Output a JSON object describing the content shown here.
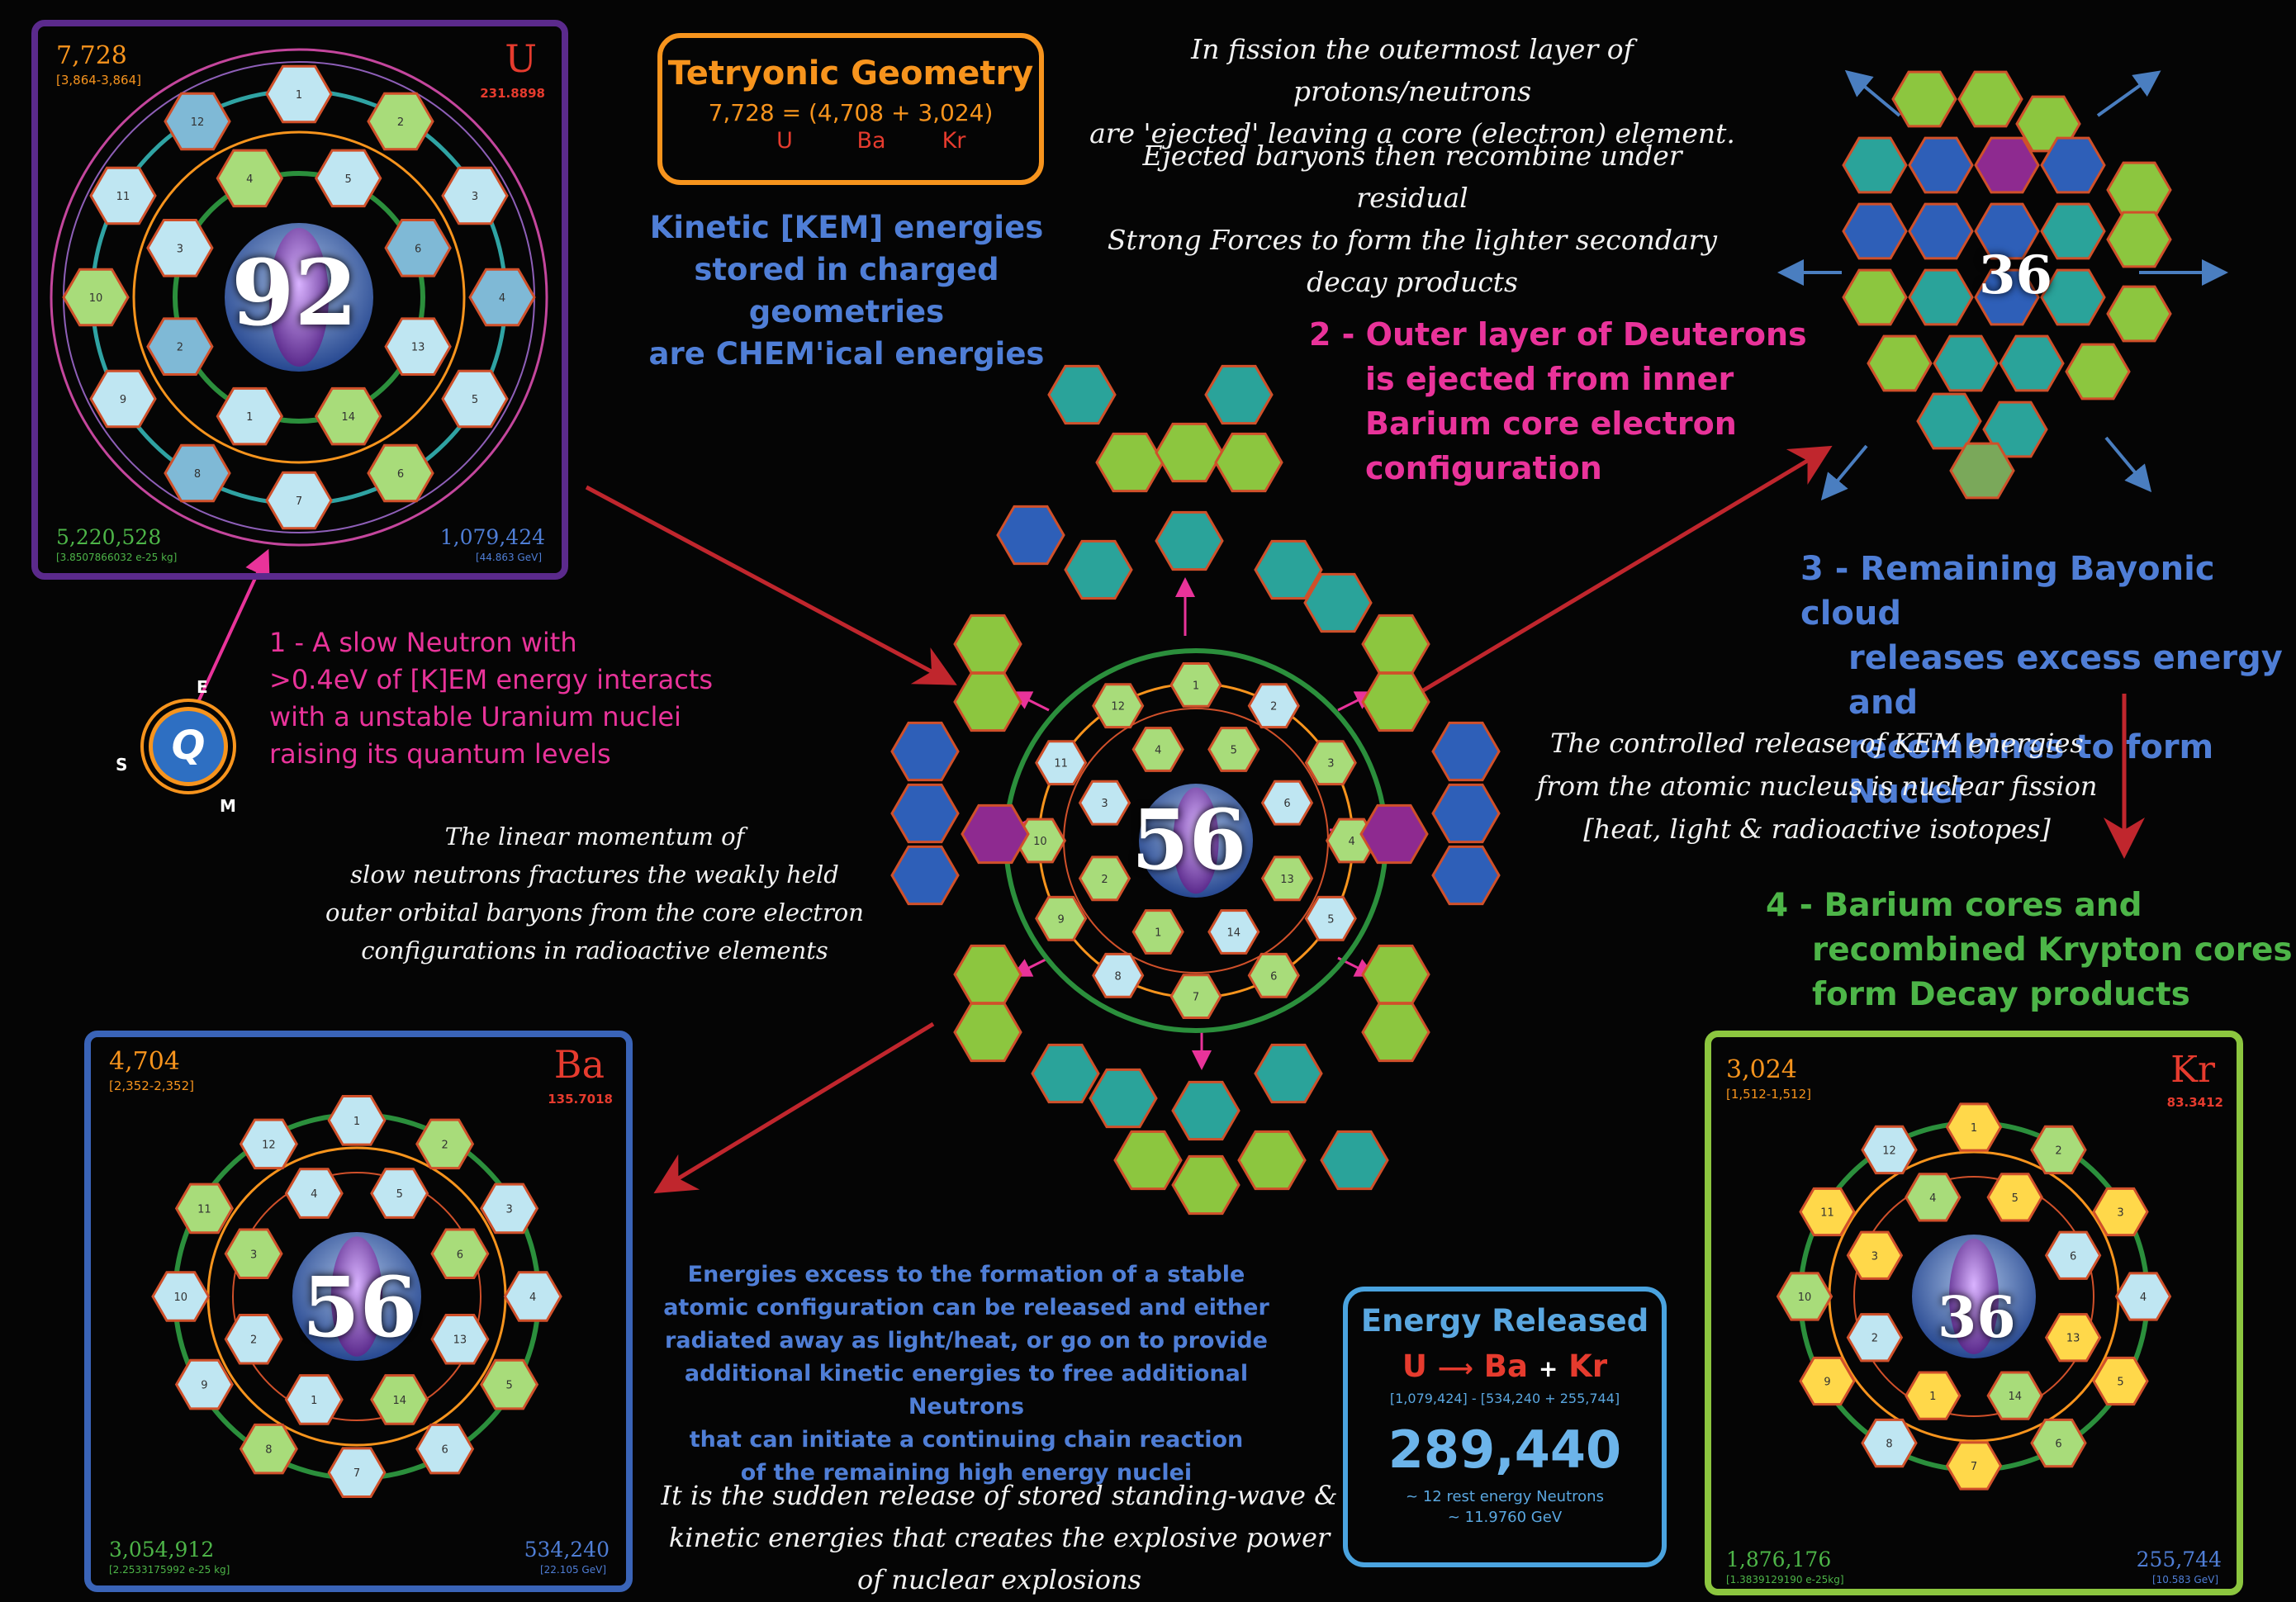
{
  "tetryonic": {
    "title": "Tetryonic Geometry",
    "equation": "7,728 =  (4,708 + 3,024)",
    "labels": [
      "U",
      "Ba",
      "Kr"
    ]
  },
  "kinetic_text": [
    "Kinetic [KEM] energies",
    "stored in charged geometries",
    "are CHEM'ical energies"
  ],
  "fission_text": [
    "In fission the outermost layer of protons/neutrons",
    "are 'ejected' leaving a core (electron) element."
  ],
  "ejected_text": [
    "Ejected baryons then recombine under residual",
    "Strong Forces to form the lighter secondary",
    "decay products"
  ],
  "step2": [
    "2 - Outer layer of Deuterons",
    "is ejected from inner",
    "Barium core electron",
    "configuration"
  ],
  "step1": [
    "1  -  A slow Neutron with",
    ">0.4eV of [K]EM energy interacts",
    "with a unstable Uranium nuclei",
    "raising its quantum levels"
  ],
  "step3": [
    "3 - Remaining Bayonic cloud",
    "releases excess energy and",
    "recombines to form Nuclei"
  ],
  "step4": [
    "4 - Barium cores and",
    "recombined Krypton cores",
    "form Decay products"
  ],
  "linear_text": [
    "The linear momentum of",
    "slow neutrons fractures the weakly held",
    "outer orbital baryons from the core electron",
    "configurations in radioactive elements"
  ],
  "controlled_text": [
    "The controlled release of KEM energies",
    "from the atomic nucleus is nuclear fission",
    "[heat, light & radioactive isotopes]"
  ],
  "excess_text": [
    "Energies excess to the formation of a stable",
    "atomic configuration can be released and either",
    "radiated away as light/heat, or go on to provide",
    "additional kinetic energies to free additional Neutrons",
    "that can initiate a continuing chain reaction",
    "of the remaining high energy nuclei"
  ],
  "sudden_text": [
    "It is the sudden release of stored standing-wave &",
    "kinetic energies that creates the explosive power",
    "of nuclear explosions"
  ],
  "energy": {
    "title": "Energy Released",
    "from": "U",
    "to1": "Ba",
    "plus": "+",
    "to2": "Kr",
    "formula": "[1,079,424] - [534,240 + 255,744]",
    "value": "289,440",
    "note1": "~ 12 rest energy Neutrons",
    "note2": "~ 11.9760  GeV"
  },
  "uranium": {
    "number": "7,728",
    "sub": "[3,864-3,864]",
    "symbol": "U",
    "mass": "231.8898",
    "center": "92",
    "bl_value": "5,220,528",
    "bl_sub": "[3.8507866032 e-25 kg]",
    "br_value": "1,079,424",
    "br_sub": "[44.863 GeV]"
  },
  "barium": {
    "number": "4,704",
    "sub": "[2,352-2,352]",
    "symbol": "Ba",
    "mass": "135.7018",
    "center": "56",
    "bl_value": "3,054,912",
    "bl_sub": "[2.2533175992 e-25 kg]",
    "br_value": "534,240",
    "br_sub": "[22.105 GeV]"
  },
  "krypton": {
    "number": "3,024",
    "sub": "[1,512-1,512]",
    "symbol": "Kr",
    "mass": "83.3412",
    "center": "36",
    "bl_value": "1,876,176",
    "bl_sub": "[1.3839129190 e-25kg]",
    "br_value": "255,744",
    "br_sub": "[10.583 GeV]"
  },
  "center_nucleus": "56",
  "cloud_nucleus": "36",
  "neutron": {
    "q": "Q",
    "e": "E",
    "s": "S",
    "m": "M"
  },
  "hex_numbers": [
    "1",
    "2",
    "3",
    "4",
    "5",
    "6",
    "7",
    "8",
    "9",
    "10",
    "11",
    "12",
    "13",
    "14"
  ],
  "colors": {
    "uranium_frame": "#5b2a8c",
    "barium_frame": "#3a64b8",
    "krypton_frame": "#8cc63f",
    "tetryonic_frame": "#f7941d",
    "energy_frame": "#4aa3df",
    "arrow_red": "#c0262d",
    "pink": "#e9339a",
    "blue_text": "#4f7ed6",
    "green_text": "#4db548"
  }
}
